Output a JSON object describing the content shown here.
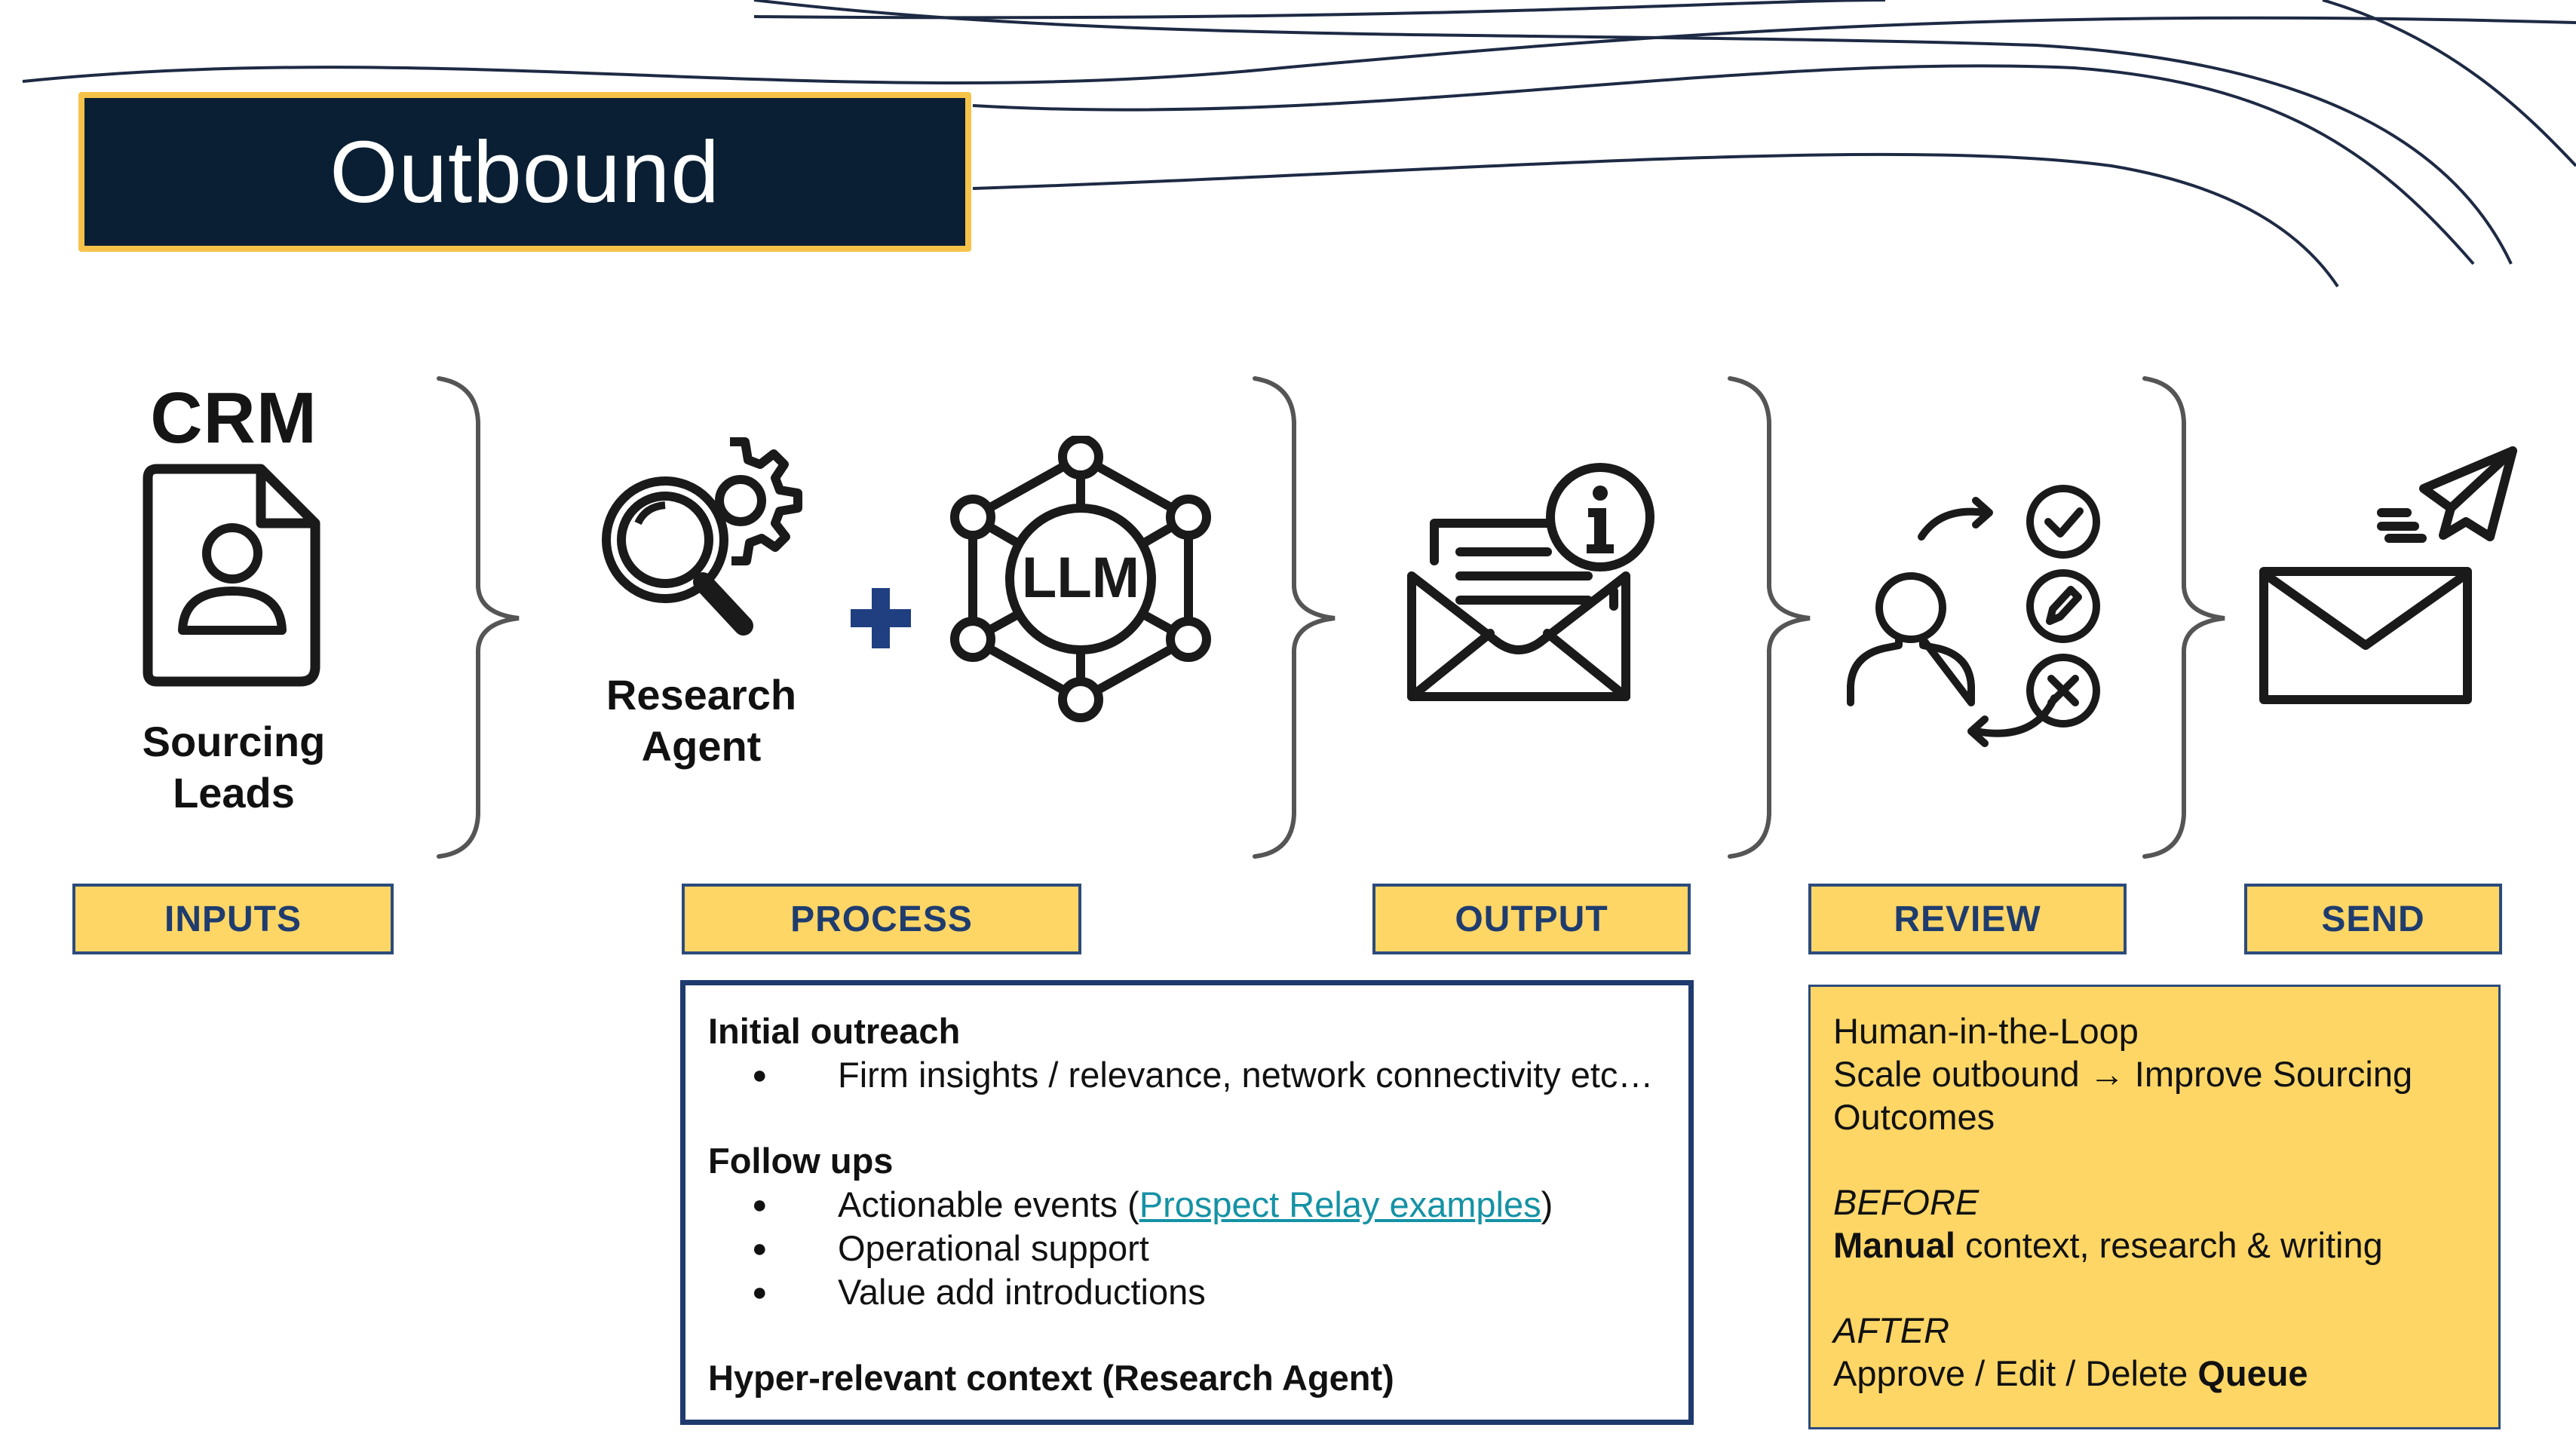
{
  "title": "Outbound",
  "icons": {
    "crm_label": "CRM",
    "sourcing_label": [
      "Sourcing",
      "Leads"
    ],
    "research_label": [
      "Research",
      "Agent"
    ],
    "llm_label": "LLM",
    "names": [
      "crm-document-person-icon",
      "research-agent-magnifier-gear-icon",
      "plus-icon",
      "llm-network-icon",
      "email-info-icon",
      "human-review-icon",
      "send-email-icon"
    ]
  },
  "stages": {
    "inputs": "INPUTS",
    "process": "PROCESS",
    "output": "OUTPUT",
    "review": "REVIEW",
    "send": "SEND"
  },
  "process_box": {
    "initial_heading": "Initial outreach",
    "initial_items": [
      "Firm insights / relevance, network connectivity etc…"
    ],
    "followups_heading": "Follow ups",
    "followup_item1_prefix": "Actionable events (",
    "followup_item1_link": "Prospect Relay examples",
    "followup_item1_suffix": ")",
    "followup_item2": "Operational support",
    "followup_item3": "Value add introductions",
    "hyper_heading": "Hyper-relevant context (Research Agent)"
  },
  "review_box": {
    "line1": "Human-in-the-Loop",
    "line2": "Scale outbound → Improve Sourcing Outcomes",
    "before_label": "BEFORE",
    "before_bold": "Manual",
    "before_rest": " context, research & writing",
    "after_label": "AFTER",
    "after_text": "Approve / Edit / Delete ",
    "after_bold": "Queue"
  },
  "colors": {
    "navy": "#0a1f33",
    "gold": "#f6c34a",
    "label_yellow": "#fdd666",
    "label_text": "#1f3c6e",
    "plus_blue": "#1f3f80",
    "link": "#1592a5"
  }
}
